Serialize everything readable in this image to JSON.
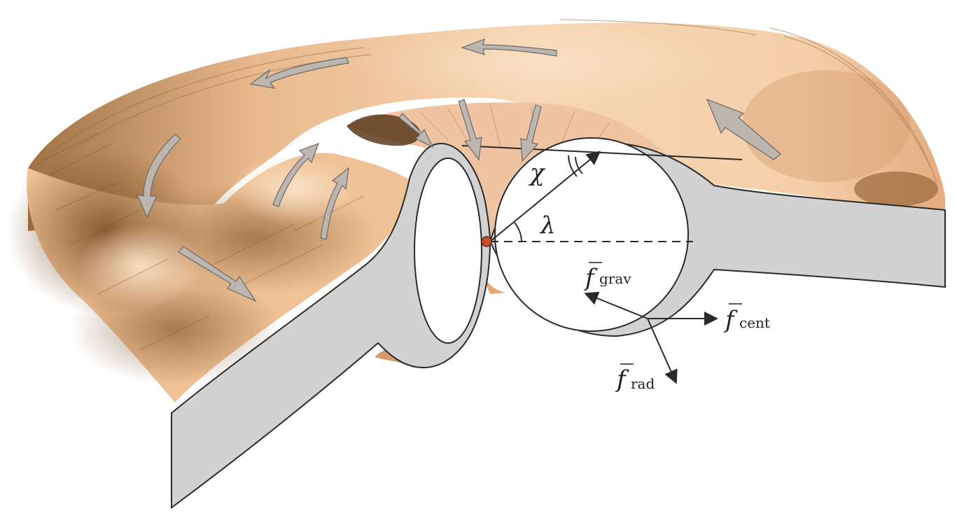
{
  "labels": {
    "angle_lambda": "λ",
    "angle_chi": "χ",
    "force_symbol": "f",
    "grav_sub": "grav",
    "cent_sub": "cent",
    "rad_sub": "rad"
  },
  "colors": {
    "disk_light": "#f6d2ae",
    "disk_mid": "#e9a873",
    "disk_dark": "#8a5a2b",
    "funnel": "#f1c4a4",
    "roche_gray": "#d0d0d0",
    "outline": "#2a2a2a",
    "flow_arrow": "#b9b3ac",
    "l1_point": "#c8502d",
    "background": "#ffffff"
  },
  "icons": {
    "flow_arrows": "curved-arrow-icon",
    "l1_point": "dot-icon"
  }
}
